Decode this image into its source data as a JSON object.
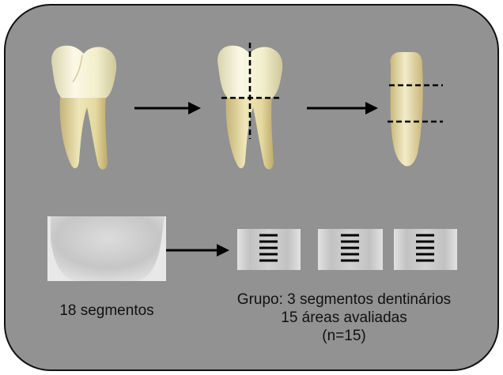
{
  "diagram": {
    "captions": {
      "left": "18 segmentos",
      "right_line1": "Grupo: 3 segmentos dentinários",
      "right_line2": "15 áreas avaliadas",
      "right_line3": "(n=15)"
    },
    "colors": {
      "panel_fill": "#929292",
      "panel_stroke": "#111111",
      "tooth_crown": "#f1eed0",
      "tooth_root": "#e4d9a0",
      "dentin_gray": "#c9c9c9",
      "dash_line": "#000000",
      "arrow": "#000000"
    },
    "icons": [
      "molar-tooth-icon",
      "sectioned-molar-icon",
      "root-segment-icon",
      "dentin-segment-image",
      "dentin-area-image"
    ]
  }
}
